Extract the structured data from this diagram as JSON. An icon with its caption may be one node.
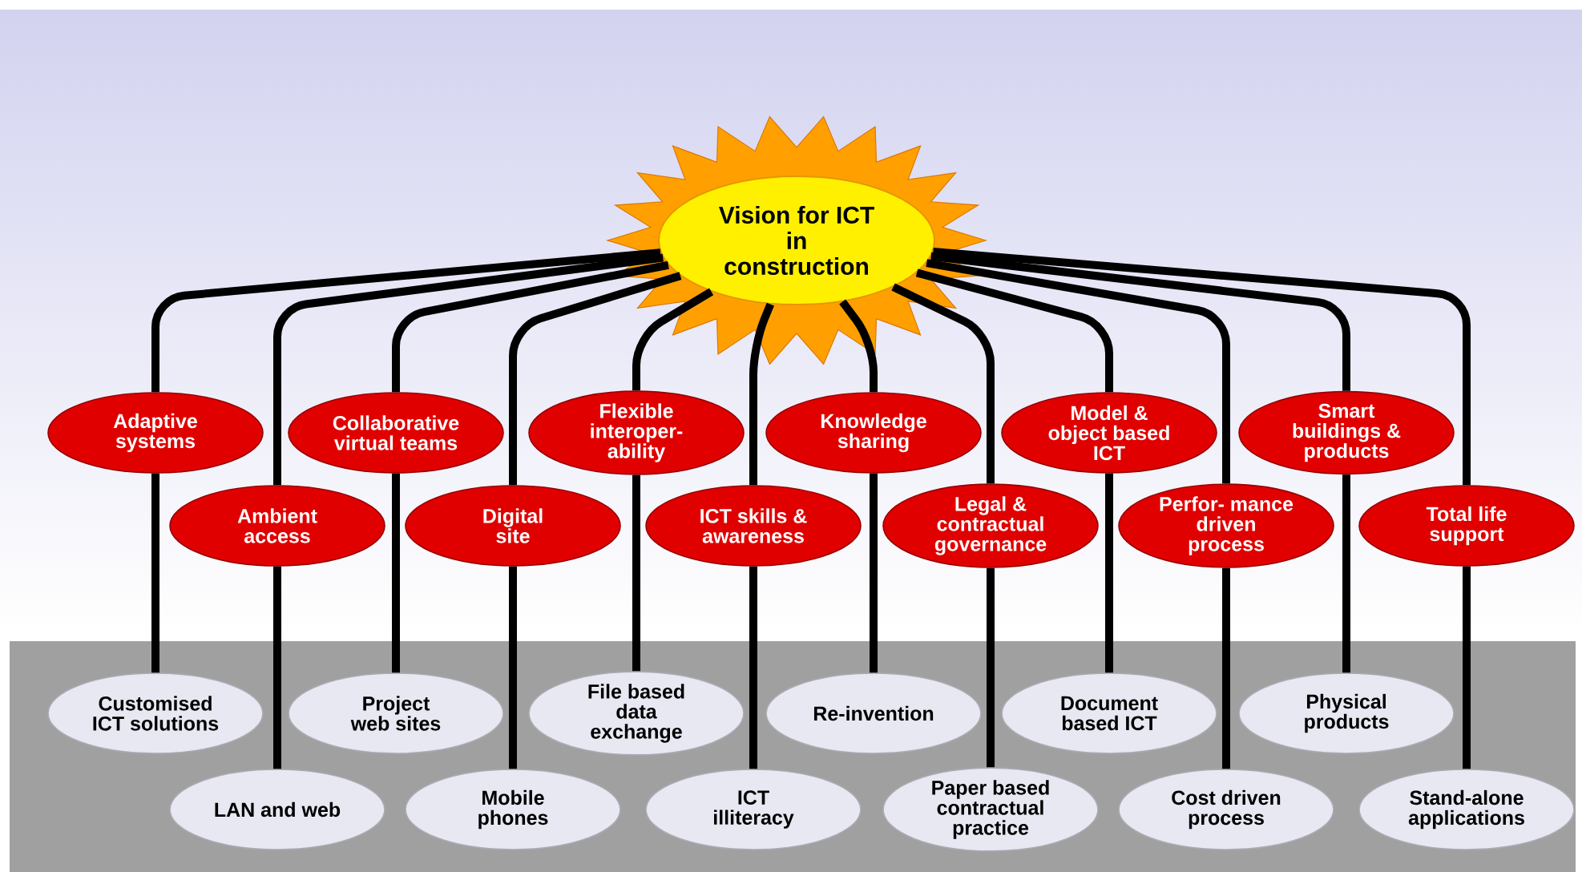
{
  "diagram": {
    "nodes": [
      {
        "text": [
          "Vision for ICT in construction"
        ]
      },
      {
        "text": [
          "Adaptive systems"
        ]
      },
      {
        "text": [
          "Ambient access"
        ]
      },
      {
        "text": [
          "Collaborative virtual teams"
        ]
      },
      {
        "text": [
          "Digital site"
        ]
      },
      {
        "text": [
          "Flexible interoper- ability"
        ]
      },
      {
        "text": [
          "ICT skills & awareness"
        ]
      },
      {
        "text": [
          "Knowledge sharing"
        ]
      },
      {
        "text": [
          "Legal & contractual governance"
        ]
      },
      {
        "text": [
          "Model & object based ICT"
        ]
      },
      {
        "text": [
          "Perfor- mance driven process"
        ]
      },
      {
        "text": [
          "Smart buildings & products"
        ]
      },
      {
        "text": [
          "Total life support"
        ]
      },
      {
        "text": [
          "Customised ICT solutions"
        ]
      },
      {
        "text": [
          "LAN and web"
        ]
      },
      {
        "text": [
          "Project web sites"
        ]
      },
      {
        "text": [
          "Mobile phones"
        ]
      },
      {
        "text": [
          "File based data exchange"
        ]
      },
      {
        "text": [
          "ICT illiteracy"
        ]
      },
      {
        "text": [
          "Re-invention"
        ]
      },
      {
        "text": [
          "Paper based contractual practice"
        ]
      },
      {
        "text": [
          "Document based ICT"
        ]
      },
      {
        "text": [
          "Cost driven process"
        ]
      },
      {
        "text": [
          "Physical products"
        ]
      },
      {
        "text": [
          "Stand-alone applications"
        ]
      }
    ],
    "edges": [
      {
        "from": 0,
        "to": 1,
        "arrow": "none"
      },
      {
        "from": 0,
        "to": 2,
        "arrow": "none"
      },
      {
        "from": 0,
        "to": 3,
        "arrow": "none"
      },
      {
        "from": 0,
        "to": 4,
        "arrow": "none"
      },
      {
        "from": 0,
        "to": 5,
        "arrow": "none"
      },
      {
        "from": 0,
        "to": 6,
        "arrow": "none"
      },
      {
        "from": 0,
        "to": 7,
        "arrow": "none"
      },
      {
        "from": 0,
        "to": 8,
        "arrow": "none"
      },
      {
        "from": 0,
        "to": 9,
        "arrow": "none"
      },
      {
        "from": 0,
        "to": 10,
        "arrow": "none"
      },
      {
        "from": 0,
        "to": 11,
        "arrow": "none"
      },
      {
        "from": 0,
        "to": 12,
        "arrow": "none"
      },
      {
        "from": 1,
        "to": 13,
        "arrow": "none"
      },
      {
        "from": 2,
        "to": 14,
        "arrow": "none"
      },
      {
        "from": 3,
        "to": 15,
        "arrow": "none"
      },
      {
        "from": 4,
        "to": 16,
        "arrow": "none"
      },
      {
        "from": 5,
        "to": 17,
        "arrow": "none"
      },
      {
        "from": 6,
        "to": 18,
        "arrow": "none"
      },
      {
        "from": 7,
        "to": 19,
        "arrow": "none"
      },
      {
        "from": 8,
        "to": 20,
        "arrow": "none"
      },
      {
        "from": 9,
        "to": 21,
        "arrow": "none"
      },
      {
        "from": 10,
        "to": 22,
        "arrow": "none"
      },
      {
        "from": 11,
        "to": 23,
        "arrow": "none"
      },
      {
        "from": 12,
        "to": 24,
        "arrow": "none"
      }
    ]
  }
}
